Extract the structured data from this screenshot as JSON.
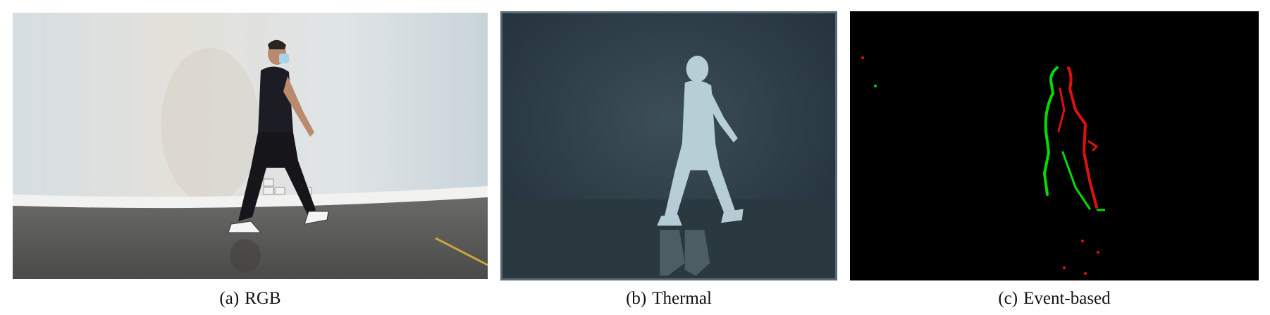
{
  "figure": {
    "panels": [
      {
        "id": "rgb",
        "label": "(a)",
        "caption": "RGB"
      },
      {
        "id": "thermal",
        "label": "(b)",
        "caption": "Thermal"
      },
      {
        "id": "event",
        "label": "(c)",
        "caption": "Event-based"
      }
    ]
  },
  "colors": {
    "event_positive": "#00dd00",
    "event_negative": "#e01010",
    "thermal_frame": "#5a6a74"
  }
}
